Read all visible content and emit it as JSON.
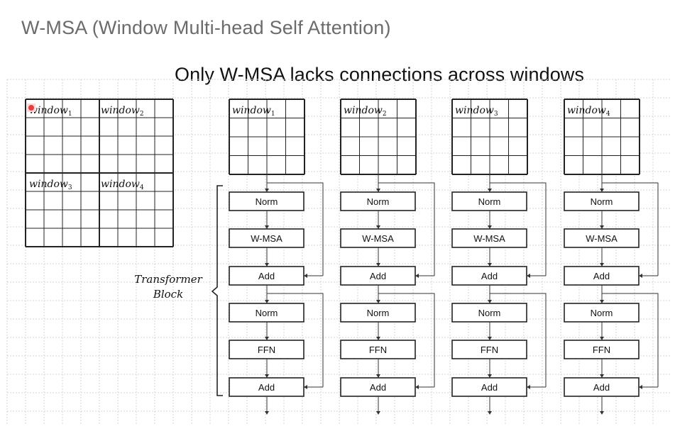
{
  "title": "W-MSA (Window Multi-head Self Attention)",
  "subtitle": "Only W-MSA lacks connections across windows",
  "feature_map": {
    "grid_cells": 8,
    "window_cells": 4,
    "windows": [
      {
        "label": "window",
        "sub": "1"
      },
      {
        "label": "window",
        "sub": "2"
      },
      {
        "label": "window",
        "sub": "3"
      },
      {
        "label": "window",
        "sub": "4"
      }
    ]
  },
  "block_label_line1": "Transformer",
  "block_label_line2": "Block",
  "columns": [
    {
      "label": "window",
      "sub": "1",
      "ops": [
        "Norm",
        "W-MSA",
        "Add",
        "Norm",
        "FFN",
        "Add"
      ]
    },
    {
      "label": "window",
      "sub": "2",
      "ops": [
        "Norm",
        "W-MSA",
        "Add",
        "Norm",
        "FFN",
        "Add"
      ]
    },
    {
      "label": "window",
      "sub": "3",
      "ops": [
        "Norm",
        "W-MSA",
        "Add",
        "Norm",
        "FFN",
        "Add"
      ]
    },
    {
      "label": "window",
      "sub": "4",
      "ops": [
        "Norm",
        "W-MSA",
        "Add",
        "Norm",
        "FFN",
        "Add"
      ]
    }
  ],
  "colors": {
    "title": "#6b6b6b",
    "highlight": "#e04040"
  }
}
